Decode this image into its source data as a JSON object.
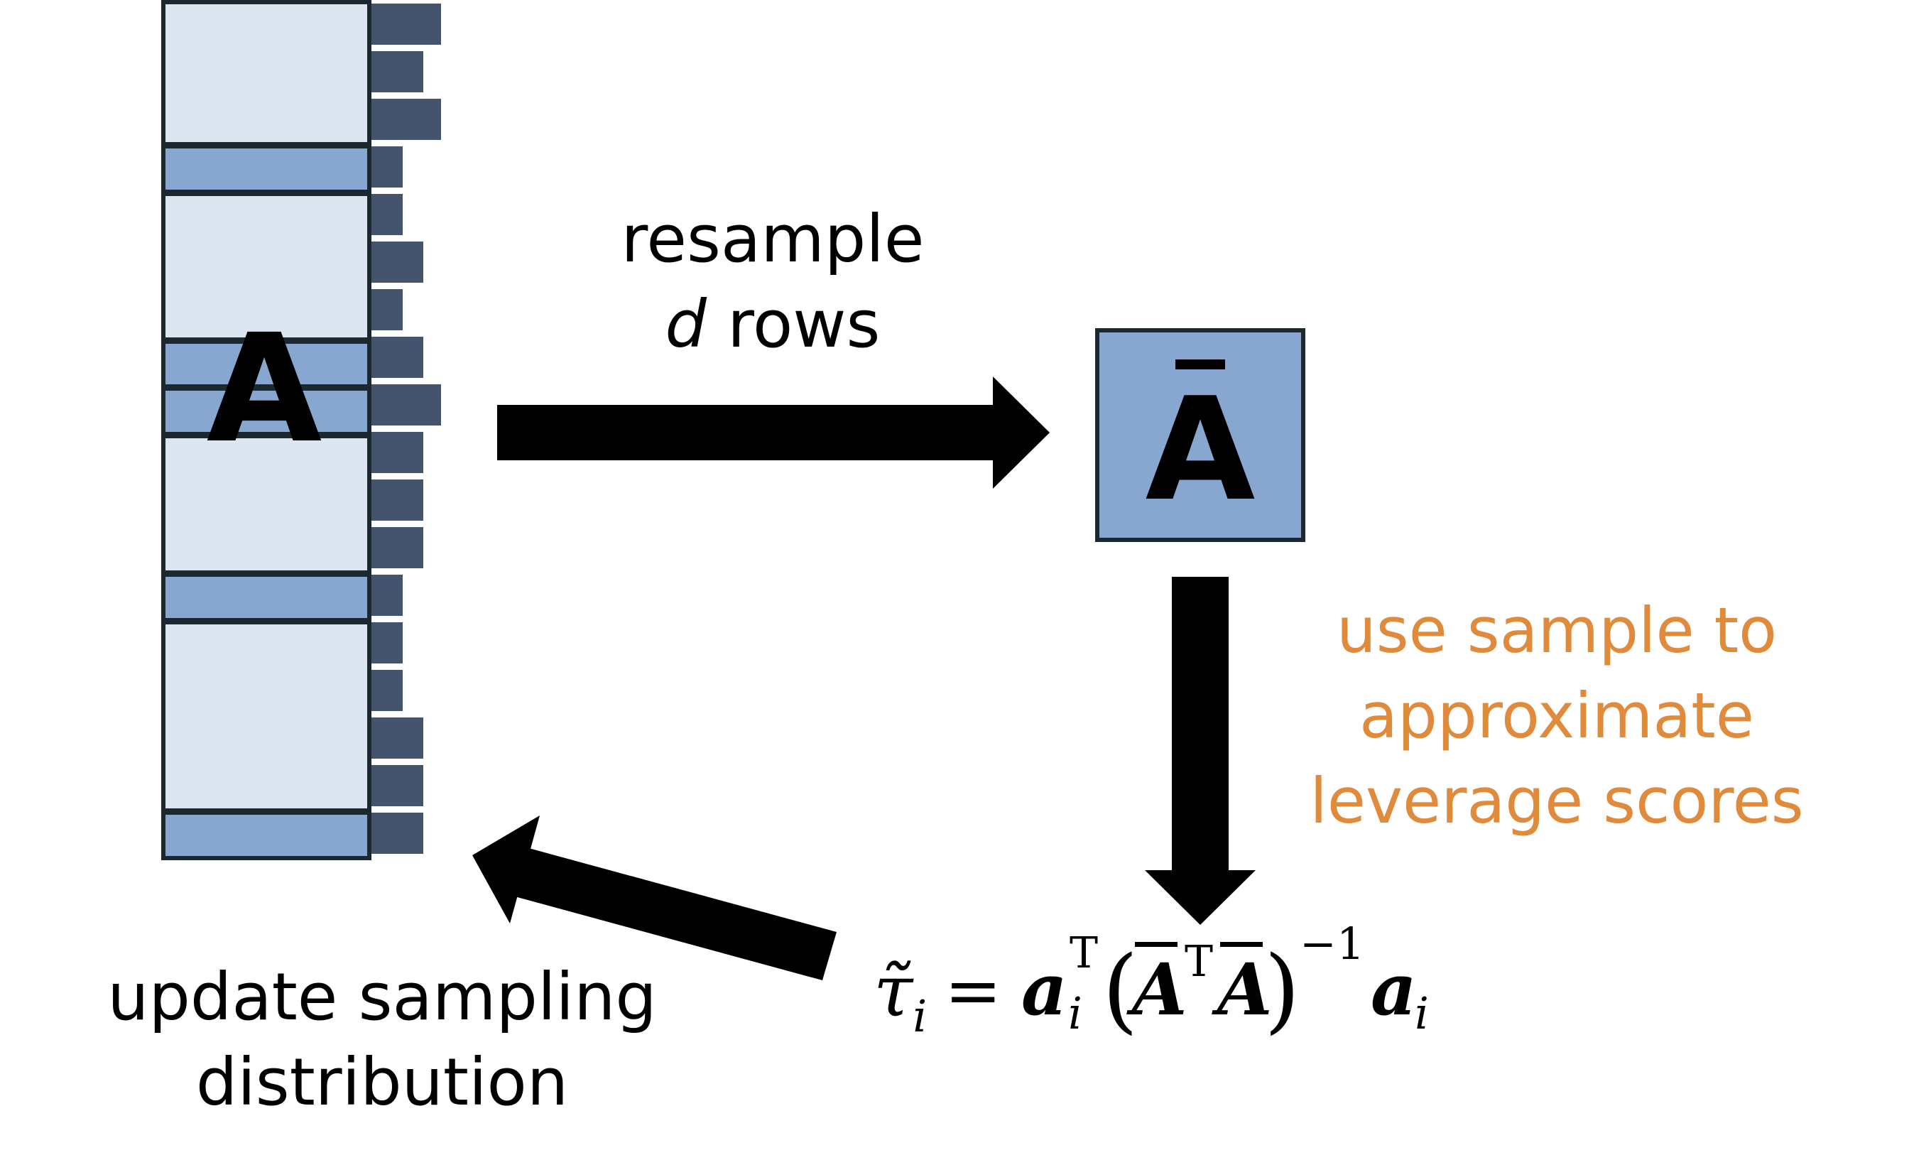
{
  "matrix_a": {
    "label": "A"
  },
  "matrix_a_bar": {
    "label": "Ā"
  },
  "arrows": {
    "resample": {
      "line1": "resample",
      "line2_var": "d",
      "line2_rest": " rows"
    },
    "approximate": {
      "line1": "use sample to",
      "line2": "approximate",
      "line3": "leverage scores"
    },
    "update": {
      "line1": "update sampling",
      "line2": "distribution"
    }
  },
  "formula": {
    "lhs": "τ̃",
    "lhs_sub": "i",
    "equals": "=",
    "a": "a",
    "a_sub": "i",
    "transpose": "T",
    "open_paren": "(",
    "abar": "A",
    "abar_sup": "T",
    "abar2": "A",
    "close_paren": ")",
    "inverse": "−1",
    "a2": "a",
    "a2_sub": "i"
  },
  "colors": {
    "light_row": "#dce5f0",
    "highlight_row": "#87a6d0",
    "border": "#1c2830",
    "score_bar": "#44546c",
    "arrow": "#000000",
    "orange": "#e08a3c"
  }
}
